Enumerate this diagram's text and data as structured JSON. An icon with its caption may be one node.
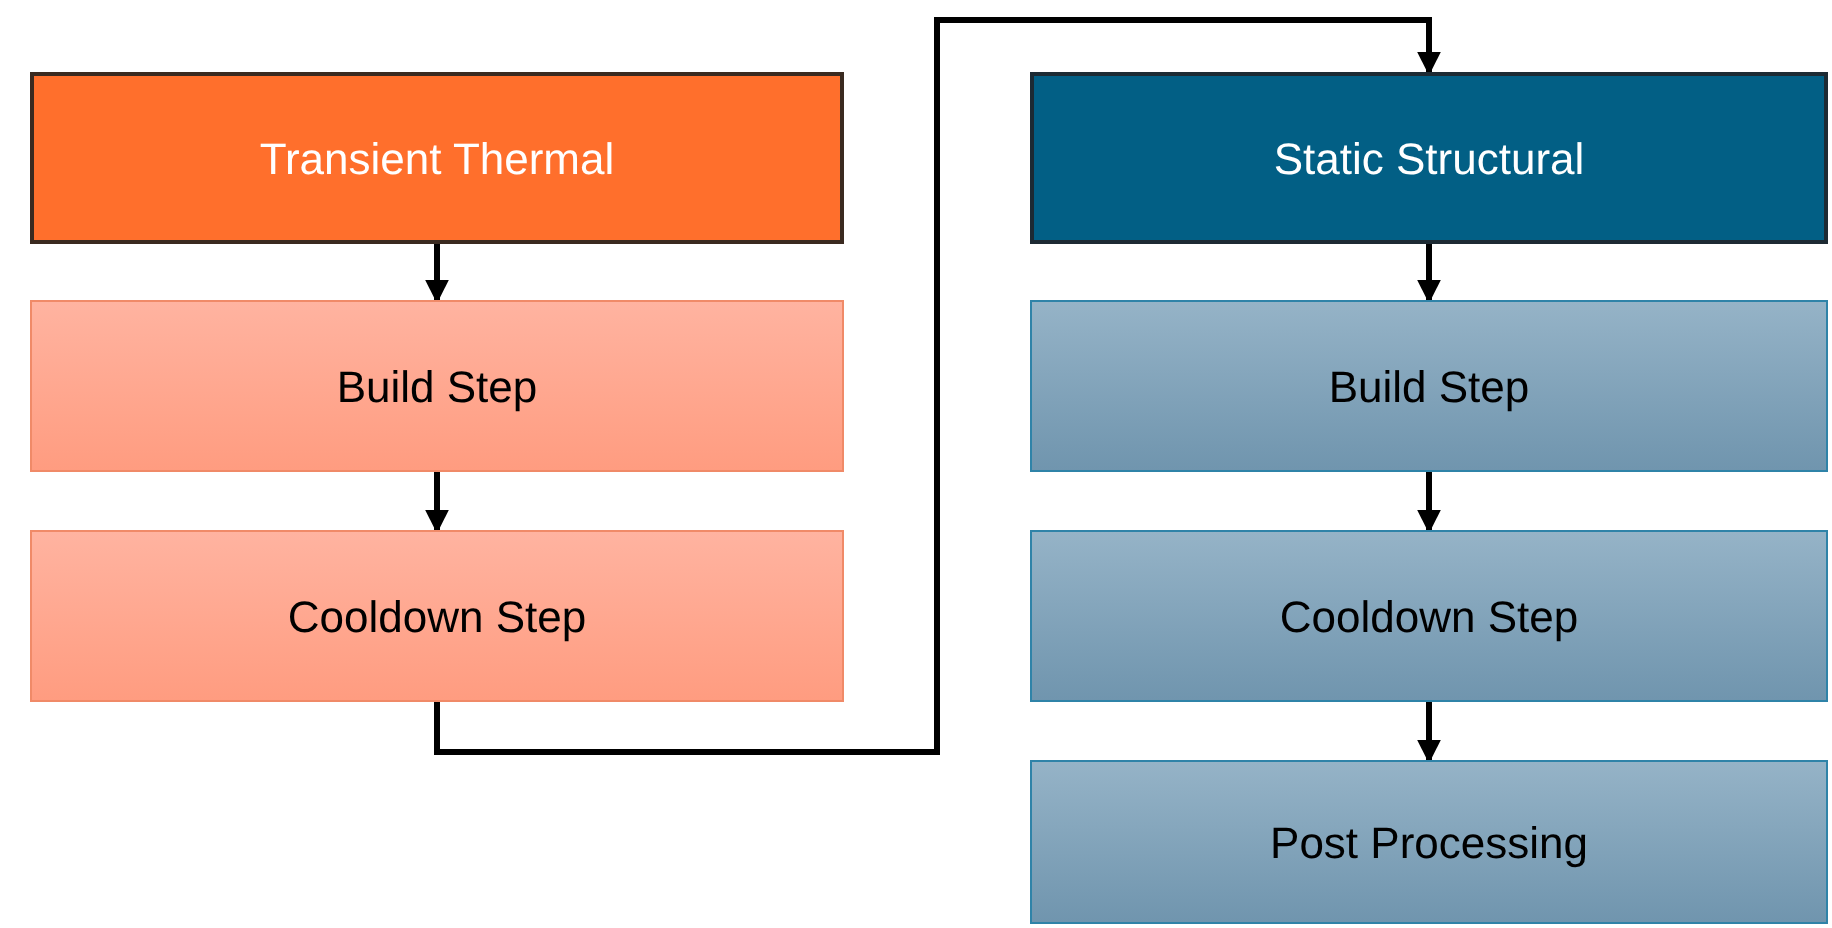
{
  "diagram": {
    "nodes": [
      {
        "text": [
          "Transient Thermal"
        ]
      },
      {
        "text": [
          "Build Step"
        ]
      },
      {
        "text": [
          "Cooldown Step"
        ]
      },
      {
        "text": [
          "Static Structural"
        ]
      },
      {
        "text": [
          "Build Step"
        ]
      },
      {
        "text": [
          "Cooldown Step"
        ]
      },
      {
        "text": [
          "Post Processing"
        ]
      }
    ],
    "edges": [
      {
        "from": 0,
        "to": 1,
        "arrow": "to"
      },
      {
        "from": 1,
        "to": 2,
        "arrow": "to"
      },
      {
        "from": 2,
        "to": 3,
        "arrow": "to"
      },
      {
        "from": 3,
        "to": 4,
        "arrow": "to"
      },
      {
        "from": 4,
        "to": 5,
        "arrow": "to"
      },
      {
        "from": 5,
        "to": 6,
        "arrow": "to"
      }
    ]
  }
}
